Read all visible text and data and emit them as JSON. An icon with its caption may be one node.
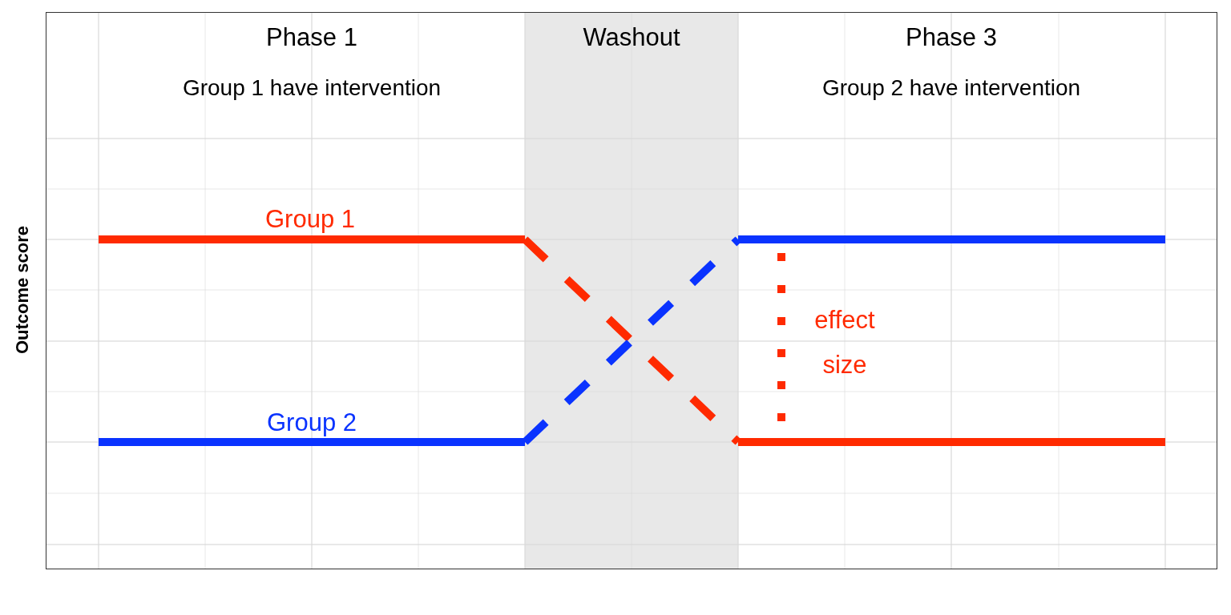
{
  "diagram": {
    "nodes": [
      {
        "text": [
          "Washout"
        ]
      }
    ],
    "edges": [],
    "labels": [
      "Phase 1",
      "Phase 3",
      "Group 1 have intervention",
      "Group 2 have intervention",
      "Group 1",
      "Group 2",
      "effect size",
      "Outcome score"
    ]
  }
}
